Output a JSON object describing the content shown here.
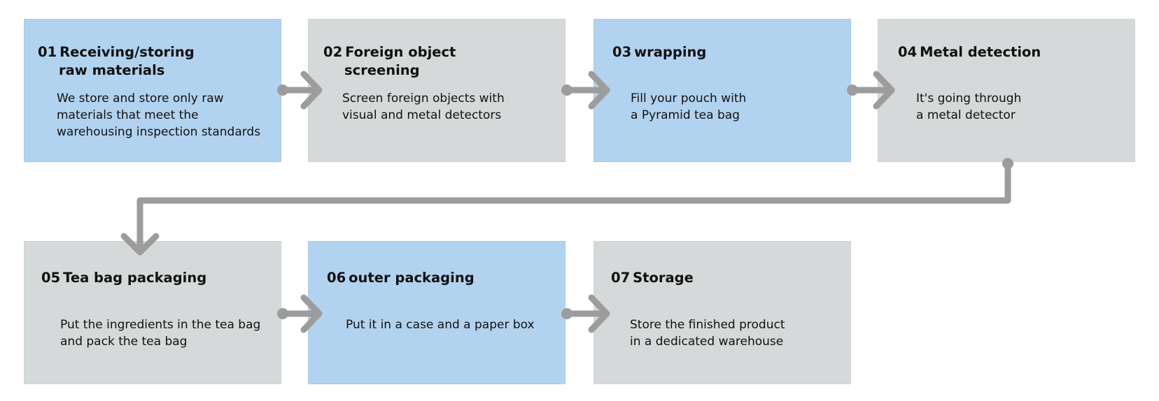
{
  "steps": [
    {
      "num": "01",
      "title_line1": "Receiving/storing",
      "title_line2": "raw materials",
      "description": "We store and store only raw\nmaterials that meet the\nwarehousing inspection standards"
    },
    {
      "num": "02",
      "title_line1": "Foreign object",
      "title_line2": "screening",
      "description": "Screen foreign objects with\nvisual and metal detectors"
    },
    {
      "num": "03",
      "title_line1": "wrapping",
      "title_line2": "",
      "description": "Fill your pouch with\na Pyramid tea bag"
    },
    {
      "num": "04",
      "title_line1": "Metal detection",
      "title_line2": "",
      "description": "It's going through\na metal detector"
    },
    {
      "num": "05",
      "title_line1": "Tea bag packaging",
      "title_line2": "",
      "description": "Put the ingredients in the tea bag\nand pack the tea bag"
    },
    {
      "num": "06",
      "title_line1": "outer packaging",
      "title_line2": "",
      "description": "Put it in a case and a paper box"
    },
    {
      "num": "07",
      "title_line1": "Storage",
      "title_line2": "",
      "description": "Store the finished product\nin a dedicated warehouse"
    }
  ],
  "colors": {
    "blue_box": "#b2d3ef",
    "gray_box": "#d6d9d9",
    "connector": "#9c9c9c"
  }
}
